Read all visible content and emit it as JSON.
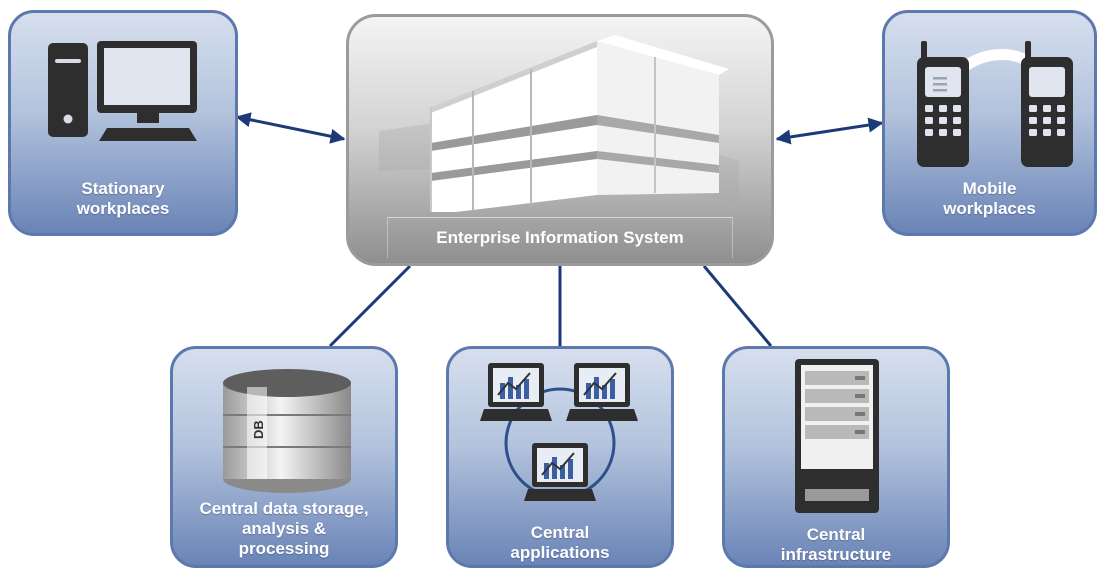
{
  "center": {
    "label": "Enterprise Information System"
  },
  "nodes": {
    "stationary": {
      "label": "Stationary\nworkplaces"
    },
    "mobile": {
      "label": "Mobile\nworkplaces"
    },
    "data_storage": {
      "label": "Central data storage,\nanalysis &\nprocessing"
    },
    "applications": {
      "label": "Central\napplications"
    },
    "infrastructure": {
      "label": "Central\ninfrastructure"
    }
  },
  "db_icon_text": "DB",
  "colors": {
    "node_border": "#5d78ad",
    "node_fill_top": "#d6dfee",
    "node_fill_bottom": "#6a84b6",
    "connector": "#1c3a78",
    "center_fill": "#d3d3d3",
    "icon_dark": "#2e2e2e"
  }
}
